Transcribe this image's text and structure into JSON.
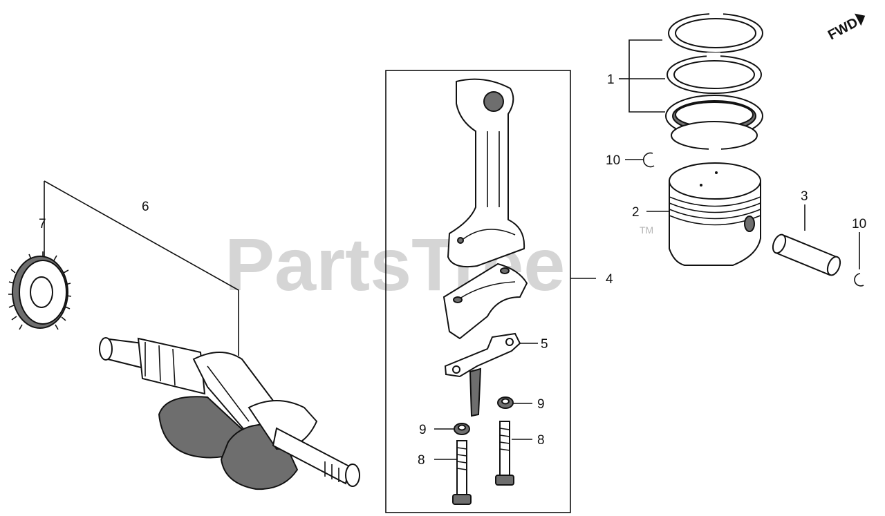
{
  "watermark": {
    "text": "PartsTree",
    "trademark": "TM"
  },
  "direction_marker": {
    "text": "FWD"
  },
  "callouts": {
    "rings": "1",
    "piston": "2",
    "piston_pin": "3",
    "connecting_rod": "4",
    "oil_dipper": "5",
    "crankshaft": "6",
    "timing_gear": "7",
    "rod_bolt_left": "8",
    "rod_bolt_right": "8",
    "nut_left": "9",
    "nut_right": "9",
    "clip_left": "10",
    "clip_right": "10"
  },
  "colors": {
    "ink": "#111111",
    "watermark": "#c8c8c8",
    "background": "#ffffff"
  }
}
